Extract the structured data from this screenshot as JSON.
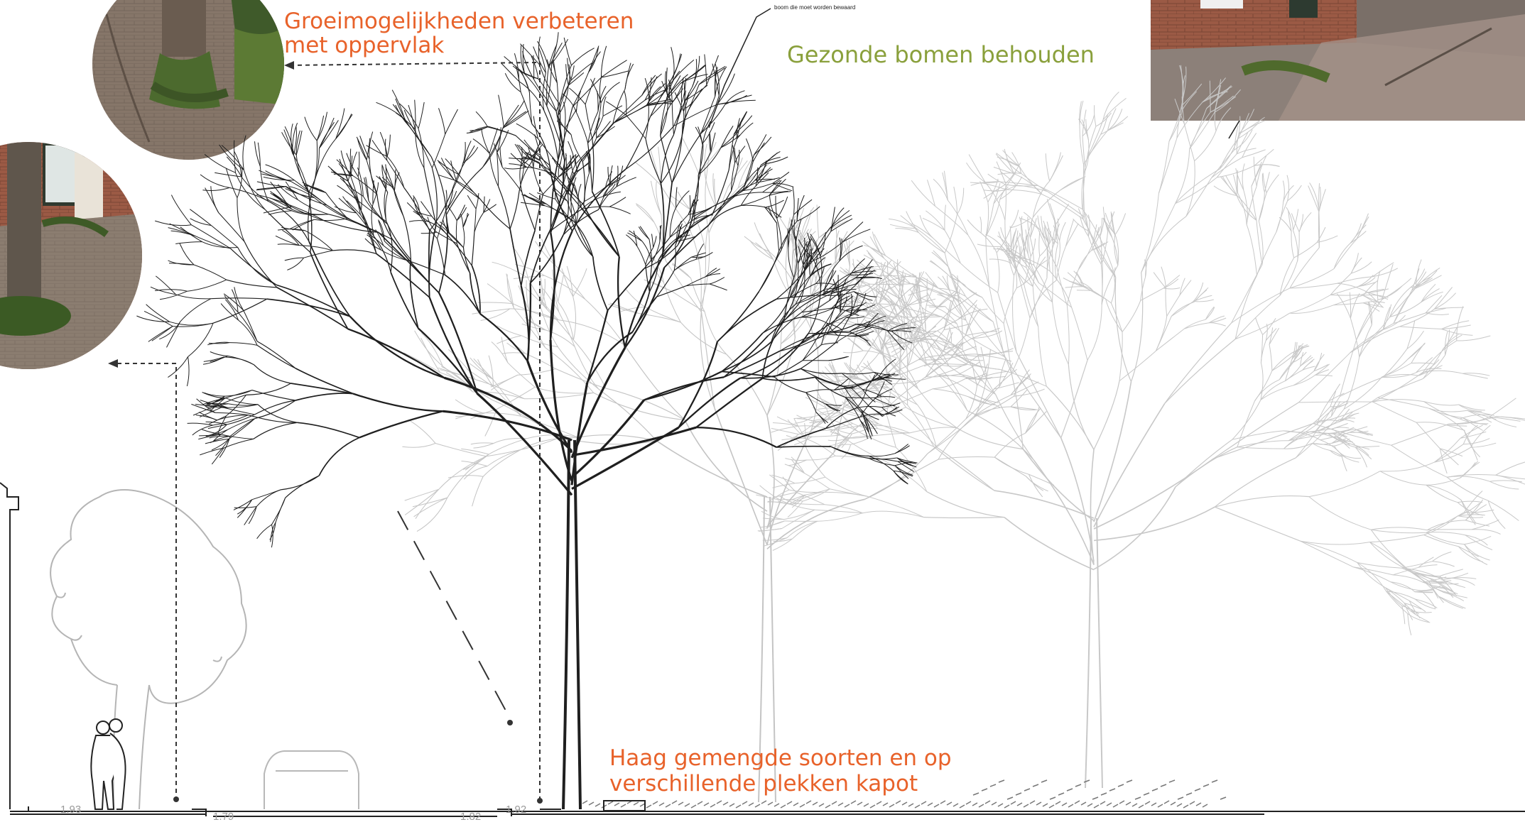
{
  "annotations": {
    "groei_line1": "Groeimogelijkheden verbeteren",
    "groei_line2": "met oppervlak",
    "gezonde": "Gezonde bomen behouden",
    "haag_line1": "Haag gemengde soorten en op",
    "haag_line2": "verschillende plekken kapot",
    "note_boom": "boom die moet worden bewaard"
  },
  "dimensions": [
    "1.93",
    "1.79",
    "1.82",
    "1.92"
  ],
  "colors": {
    "accent_orange": "#e8622a",
    "accent_green": "#8aa03c",
    "tree_dark": "#222222",
    "tree_light": "#c8c8c8"
  }
}
